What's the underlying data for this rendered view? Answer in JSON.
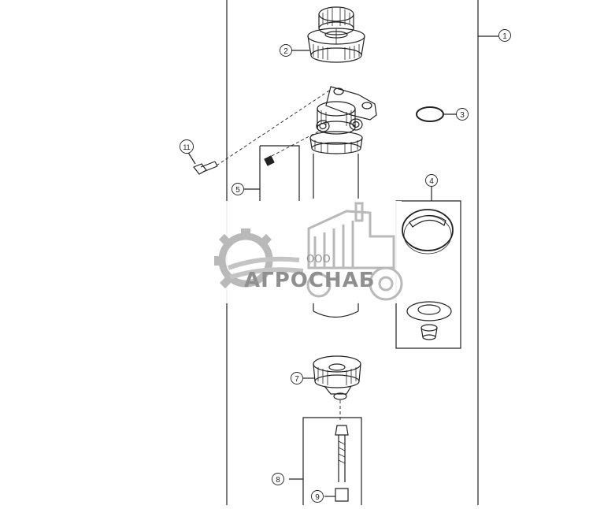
{
  "callouts": {
    "c1": "1",
    "c2": "2",
    "c3": "3",
    "c4": "4",
    "c5": "5",
    "c7": "7",
    "c8": "8",
    "c9": "9",
    "c11": "11"
  },
  "watermark": {
    "prefix": "ООО",
    "name": "АГРОСНАБ"
  },
  "colors": {
    "line": "#222222",
    "watermark_gray": "#b9b9b9",
    "watermark_text": "#8f8f8f",
    "background": "#ffffff"
  }
}
